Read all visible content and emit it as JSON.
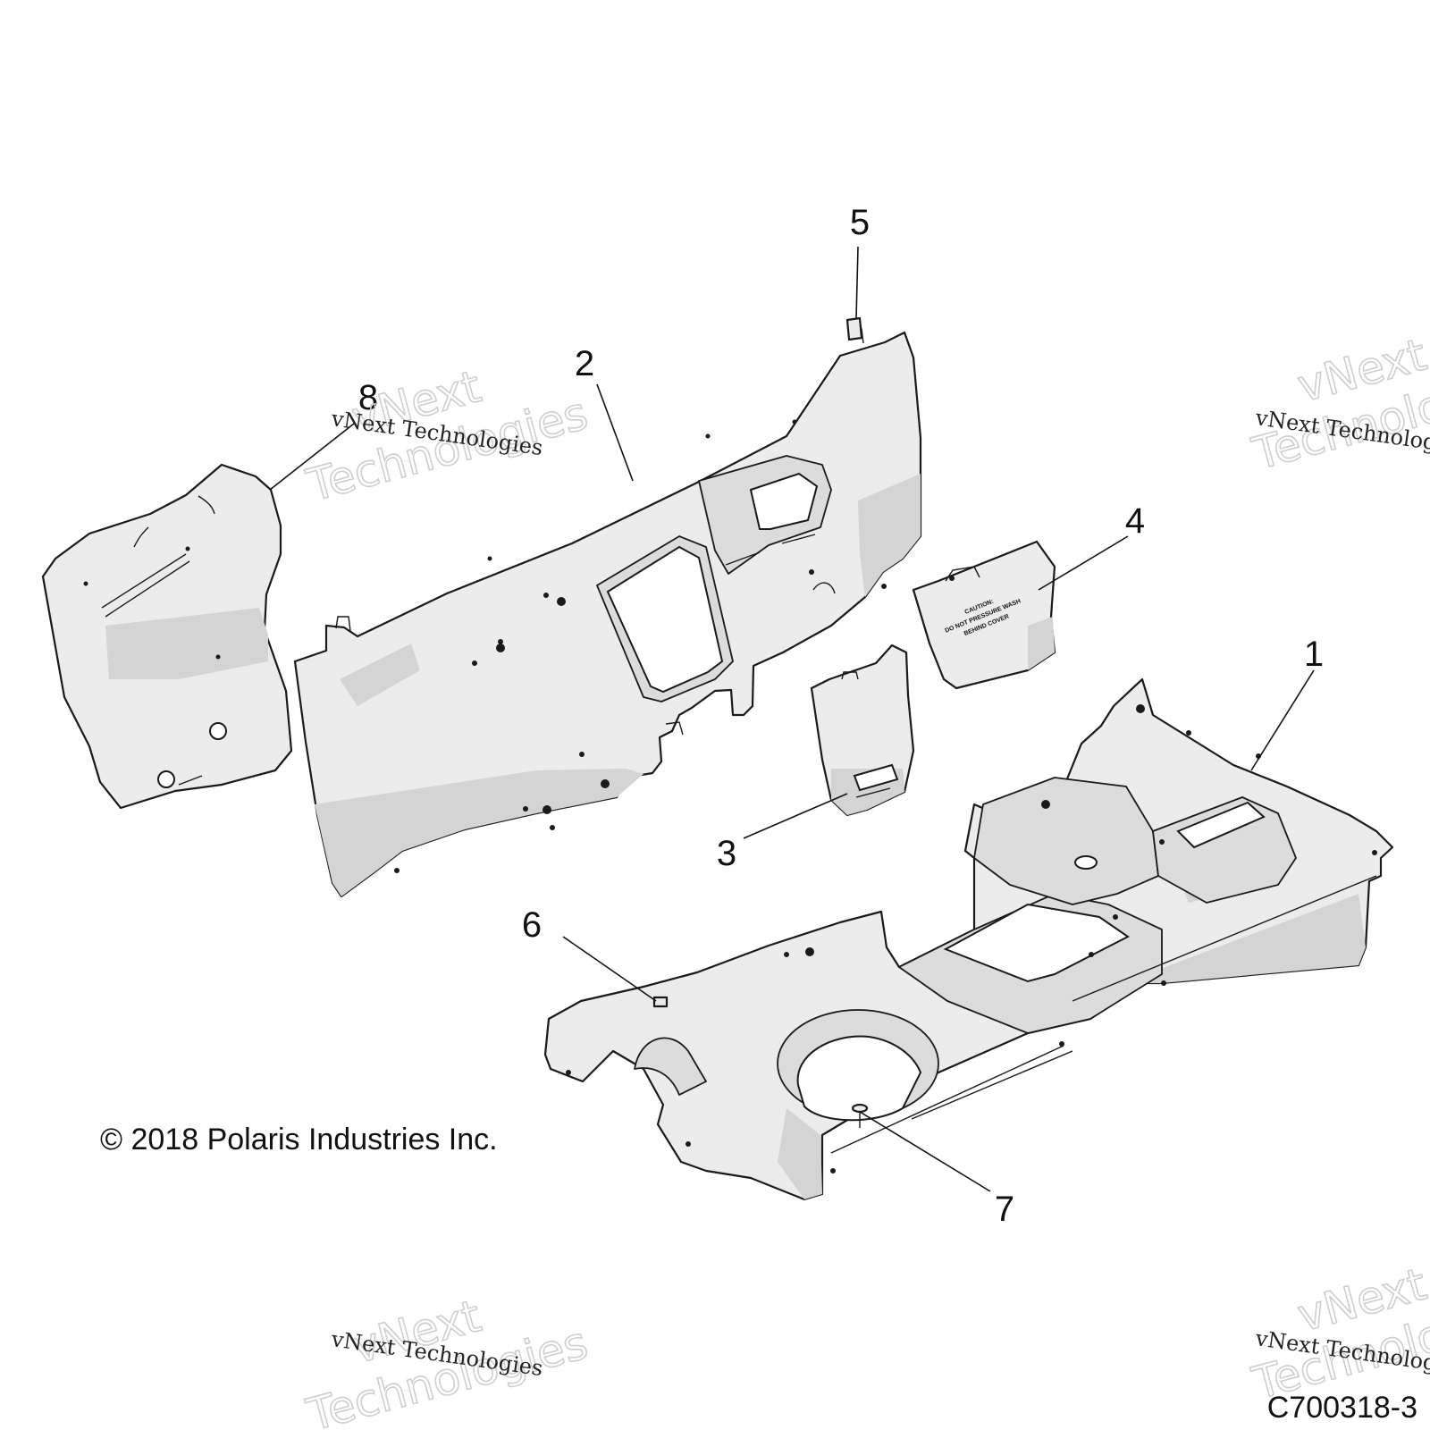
{
  "callouts": [
    {
      "label": "1"
    },
    {
      "label": "2"
    },
    {
      "label": "3"
    },
    {
      "label": "4"
    },
    {
      "label": "5"
    },
    {
      "label": "6"
    },
    {
      "label": "7"
    },
    {
      "label": "8"
    }
  ],
  "decal_lines": [
    "CAUTION:",
    "DO NOT PRESSURE WASH",
    "BEHIND COVER"
  ],
  "copyright": "© 2018 Polaris Industries Inc.",
  "figure_code": "C700318-3",
  "watermark": {
    "small": "vNext Technologies",
    "big_line1": "vNext",
    "big_line2": "Technologies"
  }
}
